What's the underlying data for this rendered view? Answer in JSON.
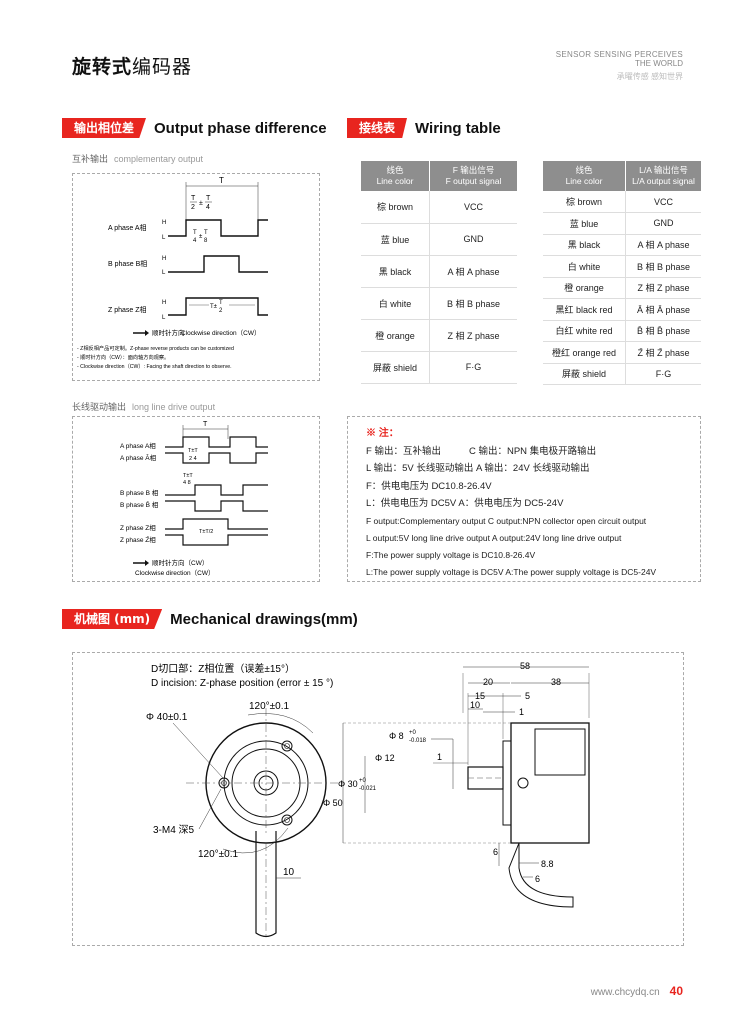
{
  "header": {
    "title_bold": "旋转式",
    "title_rest": "编码器",
    "brand_line1": "SENSOR SENSING PERCEIVES",
    "brand_line2": "THE WORLD",
    "brand_line3": "承曜传感  感知世界"
  },
  "output_phase": {
    "tag": "输出相位差",
    "title": "Output phase difference",
    "complementary": {
      "cn": "互补输出",
      "en": "complementary output"
    },
    "long_line": {
      "cn": "长线驱动输出",
      "en": "long line drive output"
    },
    "diagram1": {
      "T": "T",
      "a_phase": "A phase  A相",
      "b_phase": "B phase  B相",
      "z_phase": "Z phase  Z相",
      "H": "H",
      "L": "L",
      "clockwise_cn": "顺时针方向",
      "clockwise_en": "Clockwise direction（CW）",
      "note1": "- Z相反相产品可定制。Z-phase reverse products can be customized",
      "note2": "- 顺时针方向（CW）：面向轴方向观察。",
      "note3": "- Clockwise direction（CW）: Facing the shaft direction to observe."
    },
    "diagram2": {
      "T": "T",
      "a_phase": "A phase A相",
      "a_phase_bar": "A phase Ā相",
      "b_phase": "B phase B 相",
      "b_phase_bar": "B phase B̄ 相",
      "z_phase": "Z phase  Z相",
      "z_phase_bar": "Z phase  Z̄相",
      "clockwise_cn": "顺时针方向（CW）",
      "clockwise_en": "Clockwise direction（CW）"
    }
  },
  "wiring": {
    "tag": "接线表",
    "title": "Wiring table",
    "table1": {
      "headers": [
        [
          "线色",
          "Line color"
        ],
        [
          "F 输出信号",
          "F output signal"
        ]
      ],
      "rows": [
        [
          "棕 brown",
          "VCC"
        ],
        [
          "蓝 blue",
          "GND"
        ],
        [
          "黑 black",
          "A 相 A phase"
        ],
        [
          "白 white",
          "B 相 B phase"
        ],
        [
          "橙 orange",
          "Z 相 Z phase"
        ],
        [
          "屏蔽 shield",
          "F·G"
        ]
      ]
    },
    "table2": {
      "headers": [
        [
          "线色",
          "Line color"
        ],
        [
          "L/A 输出信号",
          "L/A output signal"
        ]
      ],
      "rows": [
        [
          "棕 brown",
          "VCC"
        ],
        [
          "蓝 blue",
          "GND"
        ],
        [
          "黑 black",
          "A 相 A phase"
        ],
        [
          "白 white",
          "B 相 B phase"
        ],
        [
          "橙 orange",
          "Z 相 Z phase"
        ],
        [
          "黑红 black red",
          "Ā 相 Ā phase"
        ],
        [
          "白红 white red",
          "B̄ 相 B̄ phase"
        ],
        [
          "橙红 orange red",
          "Z̄ 相 Z̄ phase"
        ],
        [
          "屏蔽 shield",
          "F·G"
        ]
      ]
    },
    "notes": {
      "heading": "※ 注：",
      "l1a": "F 输出：互补输出",
      "l1b": "C 输出：NPN 集电极开路输出",
      "l2": "L 输出：5V 长线驱动输出 A 输出：24V 长线驱动输出",
      "l3": "F：供电电压为 DC10.8-26.4V",
      "l4": "L：供电电压为 DC5V     A：供电电压为 DC5-24V",
      "e1": "F output:Complementary output  C output:NPN collector open circuit output",
      "e2": "L output:5V long line drive output      A output:24V long line drive output",
      "e3": "F:The power supply voltage is DC10.8-26.4V",
      "e4": "L:The power supply voltage is DC5V  A:The power supply voltage is DC5-24V"
    }
  },
  "mechanical": {
    "tag": "机械图 (mm)",
    "title": "Mechanical drawings(mm)",
    "dcut_cn": "D切口部：Z相位置（误差±15°）",
    "dcut_en": "D incision: Z-phase position (error ± 15 °)",
    "dim_phi40": "Φ 40±0.1",
    "dim_120_top": "120°±0.1",
    "dim_120_bot": "120°±0.1",
    "dim_3m4": "3-M4 深5",
    "dim_10_cable": "10",
    "dim_58": "58",
    "dim_20": "20",
    "dim_38": "38",
    "dim_15": "15",
    "dim_5": "5",
    "dim_10": "10",
    "dim_1a": "1",
    "dim_phi8": "Φ 8",
    "dim_phi8_tol_top": "+0",
    "dim_phi8_tol_bot": "-0.018",
    "dim_phi12": "Φ 12",
    "dim_1b": "1",
    "dim_phi30": "Φ 30",
    "dim_phi30_tol_top": "+0",
    "dim_phi30_tol_bot": "-0.021",
    "dim_phi50": "Φ 50",
    "dim_6a": "6",
    "dim_88": "8.8",
    "dim_6b": "6"
  },
  "footer": {
    "url": "www.chcydq.cn",
    "page": "40"
  },
  "colors": {
    "accent": "#e8251f",
    "table_header": "#8e8e8e"
  }
}
